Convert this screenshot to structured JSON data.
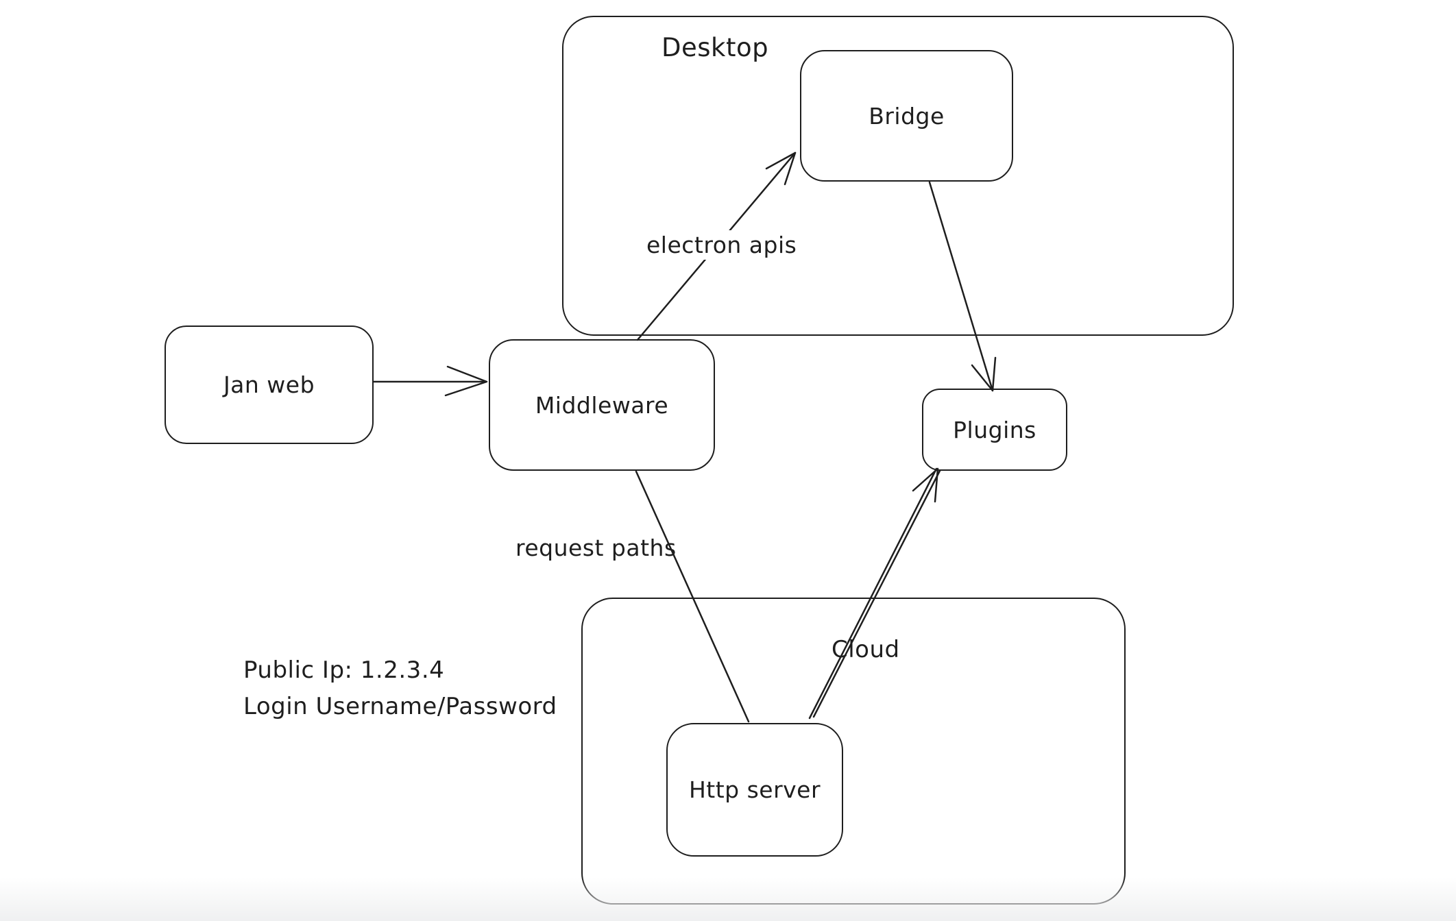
{
  "canvas": {
    "background_color": "#ffffff",
    "stroke_color": "#1e1e1e"
  },
  "containers": [
    {
      "id": "desktop",
      "label": "Desktop"
    },
    {
      "id": "cloud",
      "label": "Cloud"
    }
  ],
  "nodes": [
    {
      "id": "jan-web",
      "label": "Jan web"
    },
    {
      "id": "middleware",
      "label": "Middleware"
    },
    {
      "id": "bridge",
      "label": "Bridge"
    },
    {
      "id": "plugins",
      "label": "Plugins"
    },
    {
      "id": "http-server",
      "label": "Http server"
    }
  ],
  "edges": [
    {
      "from": "jan-web",
      "to": "middleware",
      "label": "",
      "arrowhead": true
    },
    {
      "from": "middleware",
      "to": "bridge",
      "label": "electron apis",
      "arrowhead": true
    },
    {
      "from": "bridge",
      "to": "plugins",
      "label": "",
      "arrowhead": true
    },
    {
      "from": "middleware",
      "to": "http-server",
      "label": "request paths",
      "arrowhead": false
    },
    {
      "from": "http-server",
      "to": "plugins",
      "label": "",
      "arrowhead": true
    }
  ],
  "annotation": {
    "line1": "Public Ip: 1.2.3.4",
    "line2": "Login Username/Password"
  }
}
